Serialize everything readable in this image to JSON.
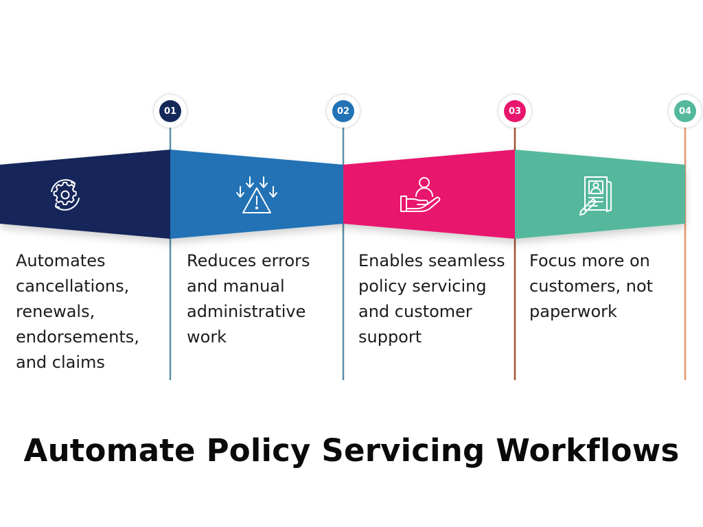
{
  "title": "Automate Policy Servicing Workflows",
  "steps": [
    {
      "number": "01",
      "icon": "gear-cycle-icon",
      "text": "Automates cancellations, renewals, endorsements, and claims",
      "color": "#14285a",
      "accent": "#5b8fa8"
    },
    {
      "number": "02",
      "icon": "warning-arrows-icon",
      "text": "Reduces errors and manual administrative work",
      "color": "#2272b5",
      "accent": "#5b8fa8"
    },
    {
      "number": "03",
      "icon": "hand-person-icon",
      "text": "Enables seamless policy servicing and customer support",
      "color": "#e8176d",
      "accent": "#a0522d"
    },
    {
      "number": "04",
      "icon": "document-profile-icon",
      "text": "Focus more on customers, not paperwork",
      "color": "#54b89c",
      "accent": "#e8956b"
    }
  ]
}
